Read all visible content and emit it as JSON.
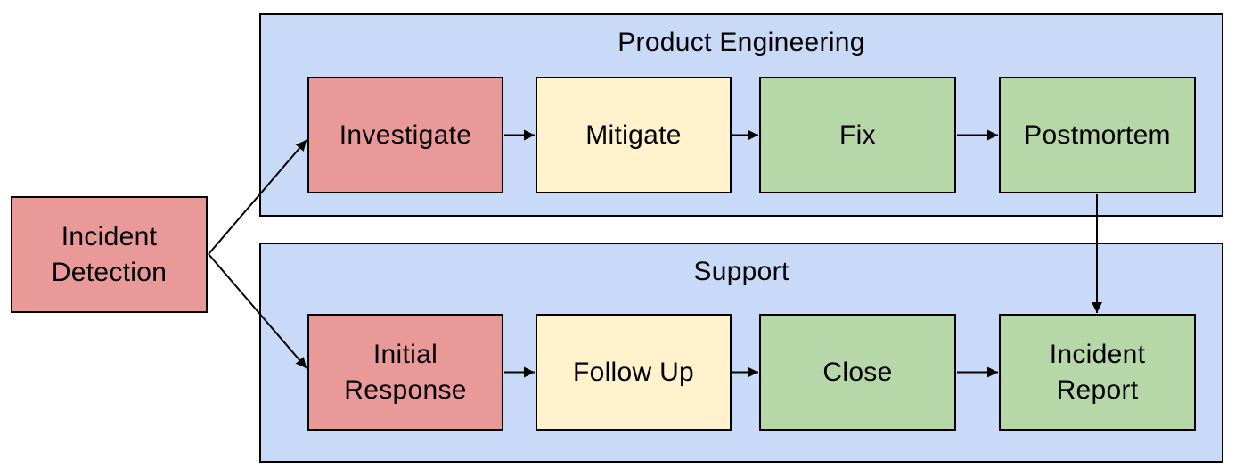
{
  "diagram": {
    "background": "#ffffff",
    "border_color": "#000000",
    "arrow_color": "#000000",
    "colors": {
      "red": "#ea9999",
      "yellow": "#fff2cc",
      "green": "#b6d7a8",
      "blue": "#c9daf8"
    },
    "start_node": {
      "id": "incident-detection",
      "label": "Incident Detection",
      "fill": "#ea9999"
    },
    "lanes": [
      {
        "id": "product-engineering",
        "title": "Product Engineering",
        "fill": "#c9daf8",
        "nodes": [
          {
            "id": "investigate",
            "label": "Investigate",
            "fill": "#ea9999"
          },
          {
            "id": "mitigate",
            "label": "Mitigate",
            "fill": "#fff2cc"
          },
          {
            "id": "fix",
            "label": "Fix",
            "fill": "#b6d7a8"
          },
          {
            "id": "postmortem",
            "label": "Postmortem",
            "fill": "#b6d7a8"
          }
        ]
      },
      {
        "id": "support",
        "title": "Support",
        "fill": "#c9daf8",
        "nodes": [
          {
            "id": "initial-response",
            "label": "Initial Response",
            "fill": "#ea9999"
          },
          {
            "id": "follow-up",
            "label": "Follow Up",
            "fill": "#fff2cc"
          },
          {
            "id": "close",
            "label": "Close",
            "fill": "#b6d7a8"
          },
          {
            "id": "incident-report",
            "label": "Incident Report",
            "fill": "#b6d7a8"
          }
        ]
      }
    ],
    "edges": [
      {
        "from": "incident-detection",
        "to": "investigate"
      },
      {
        "from": "incident-detection",
        "to": "initial-response"
      },
      {
        "from": "investigate",
        "to": "mitigate"
      },
      {
        "from": "mitigate",
        "to": "fix"
      },
      {
        "from": "fix",
        "to": "postmortem"
      },
      {
        "from": "postmortem",
        "to": "incident-report"
      },
      {
        "from": "initial-response",
        "to": "follow-up"
      },
      {
        "from": "follow-up",
        "to": "close"
      },
      {
        "from": "close",
        "to": "incident-report"
      }
    ]
  }
}
